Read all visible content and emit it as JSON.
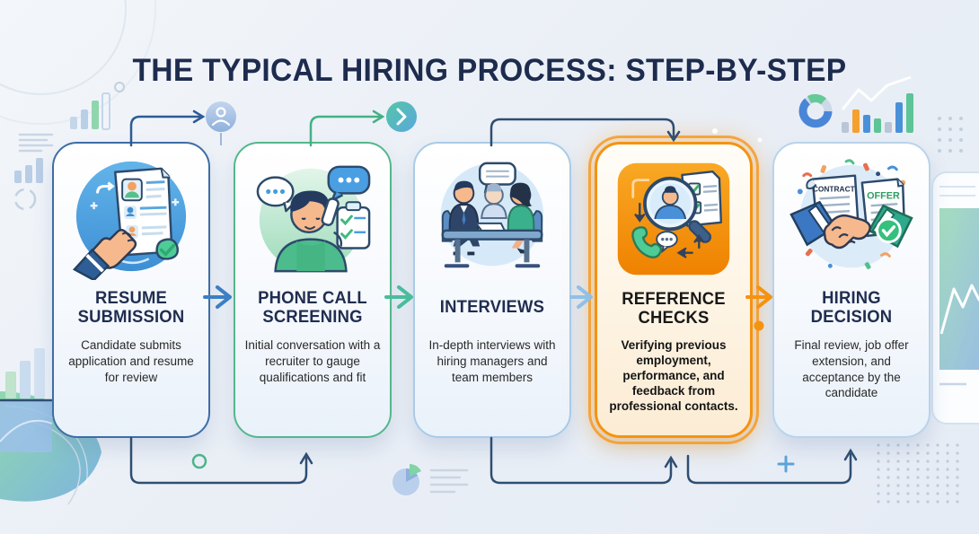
{
  "title": "THE TYPICAL HIRING PROCESS: STEP-BY-STEP",
  "steps": [
    {
      "id": "resume-submission",
      "title": "RESUME SUBMISSION",
      "description": "Candidate submits application and resume for review",
      "accent": "#3d6da6",
      "icon": "resume-hand-icon",
      "highlighted": false
    },
    {
      "id": "phone-call-screening",
      "title": "PHONE CALL SCREENING",
      "description": "Initial conversation with a recruiter to gauge qualifications and fit",
      "accent": "#54b78c",
      "icon": "phone-screening-icon",
      "highlighted": false
    },
    {
      "id": "interviews",
      "title": "INTERVIEWS",
      "description": "In-depth interviews with hiring managers and team members",
      "accent": "#a9cbe8",
      "icon": "interview-table-icon",
      "highlighted": false
    },
    {
      "id": "reference-checks",
      "title": "REFERENCE CHECKS",
      "description": "Verifying previous employment, performance, and feedback from professional contacts.",
      "accent": "#f5930f",
      "icon": "reference-check-icon",
      "highlighted": true
    },
    {
      "id": "hiring-decision",
      "title": "HIRING DECISION",
      "description": "Final review, job offer extension, and acceptance by the candidate",
      "accent": "#b9d3ea",
      "icon": "handshake-offer-icon",
      "highlighted": false
    }
  ],
  "icon_labels": {
    "contract_doc": "CONTRACT",
    "offer_doc": "OFFER"
  },
  "colors": {
    "title_text": "#1d2c4e",
    "body_text": "#292929",
    "connector_navy": "#2d527f",
    "connector_green": "#44b085",
    "connector_lightblue": "#8fc0e8",
    "highlight_orange": "#f5930f",
    "card_border_blue": "#3d6da6",
    "card_border_green": "#54b78c",
    "card_border_lightblue": "#a9cbe8",
    "highlight_card_bg": "#fdf3e2"
  }
}
